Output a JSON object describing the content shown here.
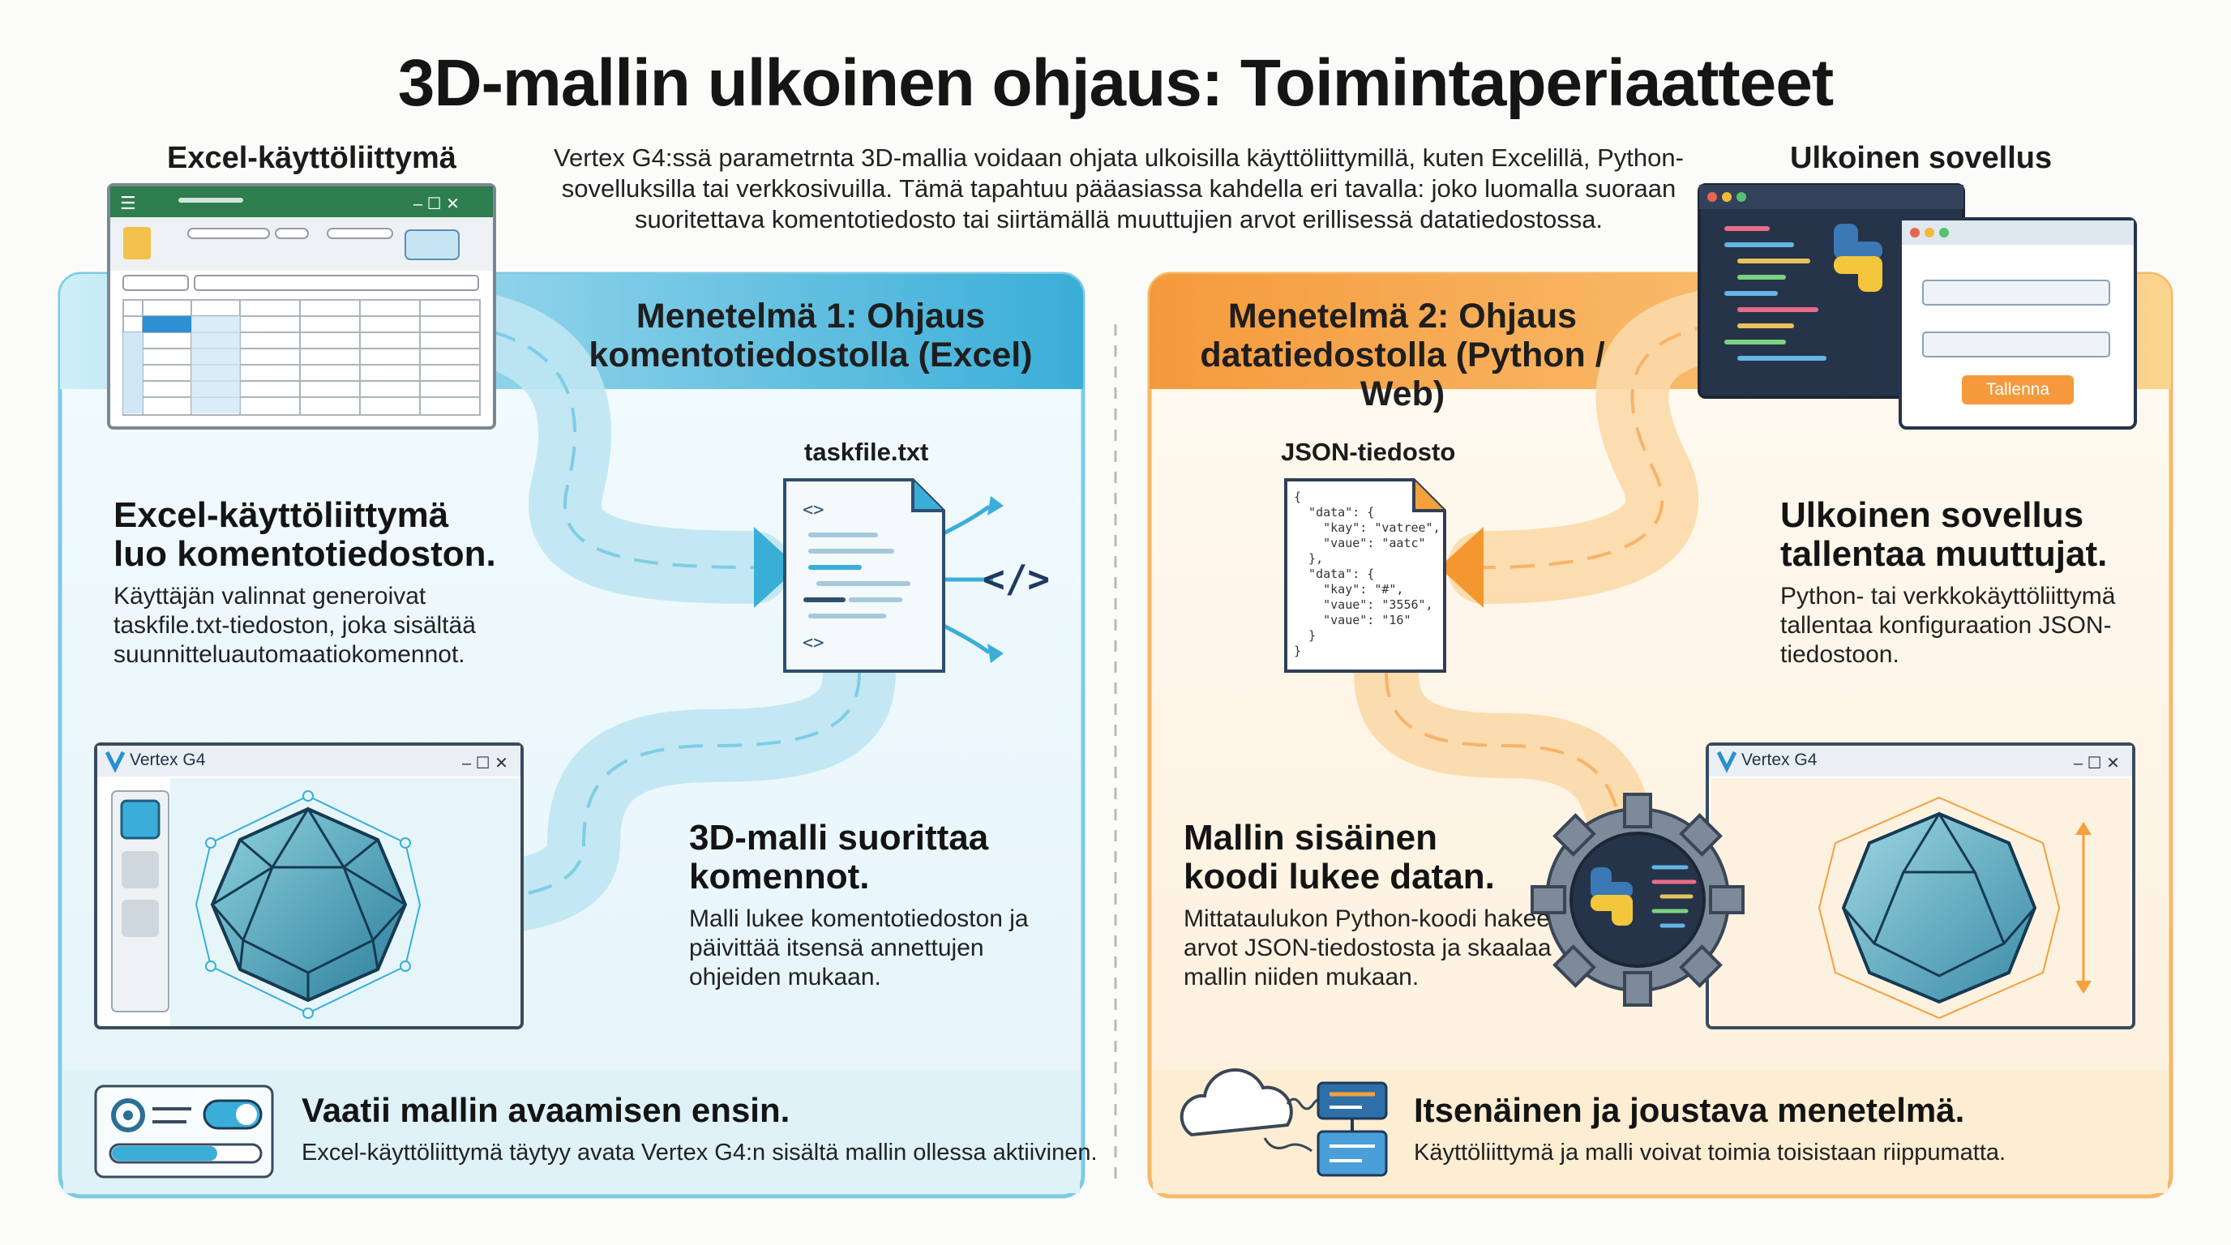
{
  "title": "3D-mallin ulkoinen ohjaus: Toimintaperiaatteet",
  "intro": "Vertex G4:ssä parametrnta 3D-mallia voidaan ohjata ulkoisilla käyttöliittymillä, kuten Excelillä, Python-sovelluksilla tai verkkosivuilla. Tämä tapahtuu pääasiassa kahdella eri tavalla: joko luomalla suoraan suoritettava komentotiedosto tai siirtämällä muuttujien arvot erillisessä datatiedostossa.",
  "labels": {
    "excel_ui": "Excel-käyttöliittymä",
    "external_app": "Ulkoinen sovellus"
  },
  "method1": {
    "heading": "Menetelmä 1: Ohjaus komentotiedostolla (Excel)",
    "file_label": "taskfile.txt",
    "step1": {
      "title": "Excel-käyttöliittymä luo komentotiedoston.",
      "body": "Käyttäjän valinnat generoivat taskfile.txt-tiedoston, joka sisältää suunnitteluautomaatiokomennot."
    },
    "step2": {
      "title": "3D-malli suorittaa komennot.",
      "body": "Malli lukee komentotiedoston ja päivittää itsensä annettujen ohjeiden mukaan."
    },
    "window_title": "Vertex G4",
    "footer": {
      "title": "Vaatii mallin avaamisen ensin.",
      "body": "Excel-käyttöliittymä täytyy avata Vertex G4:n sisältä mallin ollessa aktiivinen."
    }
  },
  "method2": {
    "heading": "Menetelmä 2: Ohjaus datatiedostolla (Python / Web)",
    "file_label": "JSON-tiedosto",
    "json_snippet": "{\n  \"data\": {\n    \"kay\": \"vatree\",\n    \"vaue\": \"aatc\"\n  },\n  \"data\": {\n    \"kay\": \"#\",\n    \"vaue\": \"3556\",\n    \"vaue\": \"16\"\n  }\n}",
    "step1": {
      "title": "Ulkoinen sovellus tallentaa muuttujat.",
      "body": "Python- tai verkkokäyttöliittymä tallentaa konfiguraation JSON-tiedostoon."
    },
    "step2": {
      "title": "Mallin sisäinen koodi lukee datan.",
      "body": "Mittataulukon Python-koodi hakee arvot JSON-tiedostosta ja skaalaa mallin niiden mukaan."
    },
    "window_title": "Vertex G4",
    "save_button": "Tallenna",
    "footer": {
      "title": "Itsenäinen ja joustava menetelmä.",
      "body": "Käyttöliittymä ja malli voivat toimia toisistaan riippumatta."
    }
  },
  "colors": {
    "blue_accent": "#3aaed8",
    "orange_accent": "#f5a03c",
    "blue_flow": "#bfe6f2",
    "orange_flow": "#fbd9a8"
  }
}
